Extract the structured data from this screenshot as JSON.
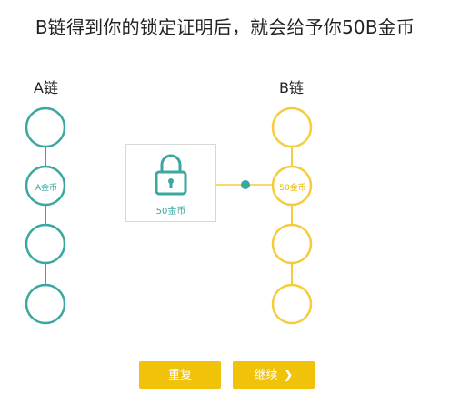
{
  "title": "B链得到你的锁定证明后，就会给予你50B金币",
  "chain_a": {
    "label": "A链",
    "node_label": "A金币",
    "color": "#3aa7a0"
  },
  "chain_b": {
    "label": "B链",
    "node_label": "50金币",
    "color": "#f5cd3c"
  },
  "lock": {
    "icon": "lock-icon",
    "caption": "50金币"
  },
  "buttons": {
    "reset": "重复",
    "continue": "继续",
    "continue_icon": "chevron-right-icon",
    "color": "#f1c20a"
  }
}
